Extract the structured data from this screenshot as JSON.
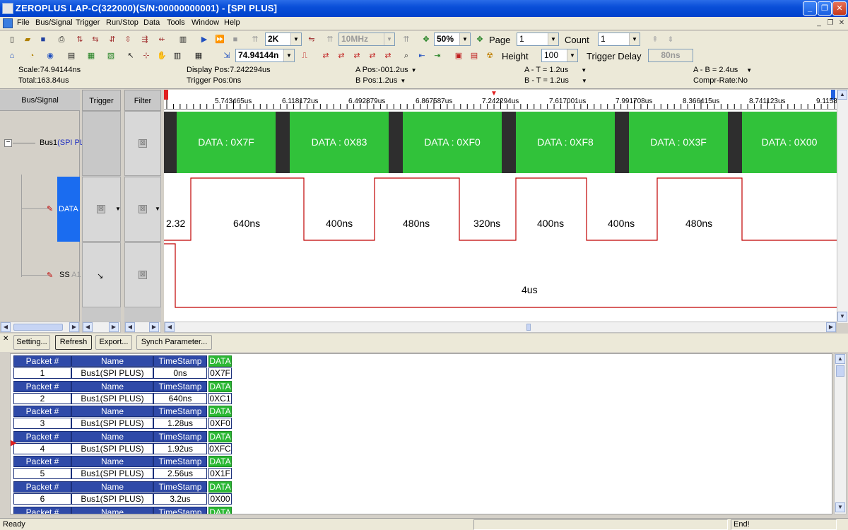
{
  "window": {
    "title": "ZEROPLUS LAP-C(322000)(S/N:00000000001) - [SPI PLUS]",
    "min_label": "_",
    "max_label": "❐",
    "close_label": "✕"
  },
  "menu": [
    "File",
    "Bus/Signal",
    "Trigger",
    "Run/Stop",
    "Data",
    "Tools",
    "Window",
    "Help"
  ],
  "toolbar1": {
    "memory": "2K",
    "clock": "10MHz",
    "zoom": "50%",
    "page_label": "Page",
    "page_value": "1",
    "count_label": "Count",
    "count_value": "1"
  },
  "toolbar2": {
    "scale_value": "74.94144n",
    "height_label": "Height",
    "height_value": "100",
    "trigger_delay_label": "Trigger Delay",
    "trigger_delay_value": "80ns"
  },
  "info": {
    "scale": "Scale:74.94144ns",
    "total": "Total:163.84us",
    "display_pos": "Display Pos:7.242294us",
    "trigger_pos": "Trigger Pos:0ns",
    "a_pos": "A Pos:-001.2us",
    "b_pos": "B Pos:1.2us",
    "a_t": "A - T = 1.2us",
    "b_t": "B - T = 1.2us",
    "a_b": "A - B = 2.4us",
    "compr_rate": "Compr-Rate:No"
  },
  "columns": {
    "bus_signal": "Bus/Signal",
    "trigger": "Trigger",
    "filter": "Filter"
  },
  "signals": {
    "bus_name": "Bus1",
    "bus_type": "(SPI PL",
    "data_label": "DATA",
    "ss_label": "SS",
    "ss_channel": "A1"
  },
  "ruler_ticks": [
    "5.743465us",
    "6.118172us",
    "6.492879us",
    "6.867587us",
    "7.242294us",
    "7.617001us",
    "7.991708us",
    "8.366415us",
    "8.741123us",
    "9.1158"
  ],
  "bus_segments": [
    "DATA : 0X7F",
    "DATA : 0X83",
    "DATA : 0XF0",
    "DATA : 0XF8",
    "DATA : 0X3F",
    "DATA : 0X00"
  ],
  "data_durations": [
    "2.32",
    "640ns",
    "400ns",
    "480ns",
    "320ns",
    "400ns",
    "400ns",
    "480ns"
  ],
  "ss_duration": "4us",
  "buttons": {
    "setting": "Setting...",
    "refresh": "Refresh",
    "export": "Export...",
    "synch": "Synch Parameter..."
  },
  "packet_headers": {
    "packet": "Packet #",
    "name": "Name",
    "timestamp": "TimeStamp",
    "data": "DATA"
  },
  "packets": [
    {
      "num": "1",
      "name": "Bus1(SPI PLUS)",
      "ts": "0ns",
      "data": "0X7F"
    },
    {
      "num": "2",
      "name": "Bus1(SPI PLUS)",
      "ts": "640ns",
      "data": "0XC1"
    },
    {
      "num": "3",
      "name": "Bus1(SPI PLUS)",
      "ts": "1.28us",
      "data": "0XF0"
    },
    {
      "num": "4",
      "name": "Bus1(SPI PLUS)",
      "ts": "1.92us",
      "data": "0XFC"
    },
    {
      "num": "5",
      "name": "Bus1(SPI PLUS)",
      "ts": "2.56us",
      "data": "0X1F"
    },
    {
      "num": "6",
      "name": "Bus1(SPI PLUS)",
      "ts": "3.2us",
      "data": "0X00"
    }
  ],
  "status": {
    "ready": "Ready",
    "end": "End!"
  },
  "colors": {
    "bus_green": "#31c23a",
    "waveform_red": "#c00000",
    "header_blue": "#2f4aa8",
    "data_green": "#2bb834",
    "selected_signal": "#1a6cf0"
  }
}
